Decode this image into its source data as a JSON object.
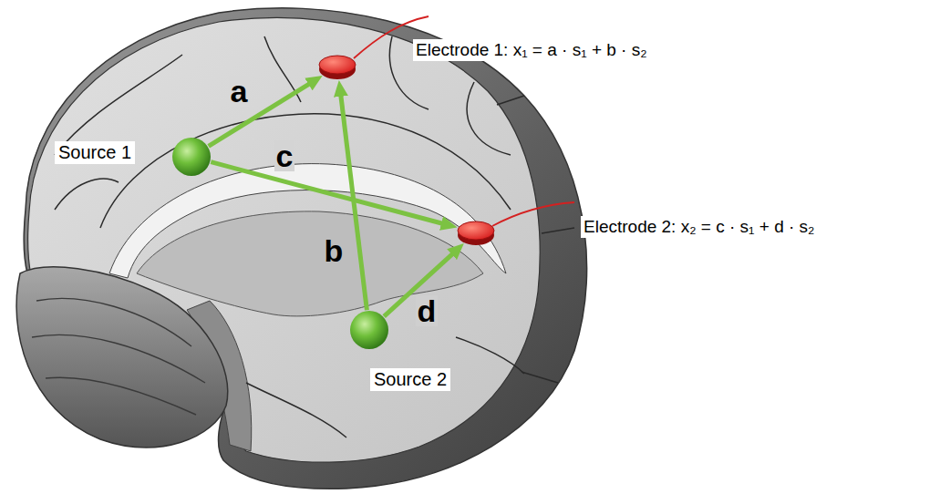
{
  "diagram": {
    "nodes": [
      {
        "text": [
          "Source 1"
        ]
      },
      {
        "text": [
          "Source 2"
        ]
      },
      {
        "text": [
          "Electrode 1: x₁ = a · s₁ + b · s₂"
        ]
      },
      {
        "text": [
          "Electrode 2: x₂ = c · s₁ + d · s₂"
        ]
      }
    ],
    "edges": [
      {
        "from": 0,
        "to": 2,
        "arrow": "to",
        "label": "a"
      },
      {
        "from": 1,
        "to": 2,
        "arrow": "to",
        "label": "b"
      },
      {
        "from": 0,
        "to": 3,
        "arrow": "to",
        "label": "c"
      },
      {
        "from": 1,
        "to": 3,
        "arrow": "to",
        "label": "d"
      }
    ]
  }
}
